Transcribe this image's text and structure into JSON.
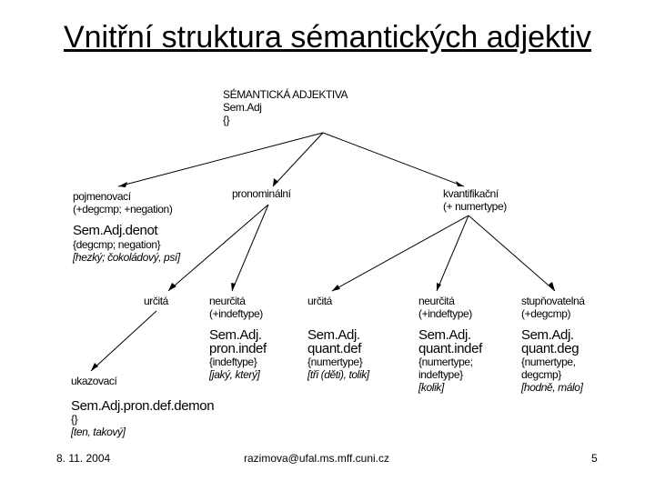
{
  "title": "Vnitřní struktura sémantických adjektiv",
  "nodes": {
    "root": {
      "title": "SÉMANTICKÁ ADJEKTIVA",
      "type": "Sem.Adj",
      "features": "{}"
    },
    "pojmenovaci": {
      "label": "pojmenovací",
      "features": "(+degcmp; +negation)",
      "type": "Sem.Adj.denot",
      "feat_set": "{degcmp; negation}",
      "examples": "[hezký; čokoládový, psí]"
    },
    "pronominalni": {
      "label": "pronominální"
    },
    "kvantifikacni": {
      "label": "kvantifikační",
      "features": "(+ numertype)"
    },
    "urcita1": {
      "label": "určitá"
    },
    "neurcita1": {
      "label": "neurčitá",
      "features": "(+indeftype)",
      "type_line1": "Sem.Adj.",
      "type_line2": "pron.indef",
      "feat_set": "{indeftype}",
      "examples": "[jaký, který]"
    },
    "urcita2": {
      "label": "určitá",
      "type_line1": "Sem.Adj.",
      "type_line2": "quant.def",
      "feat_set": "{numertype}",
      "examples": "[tři (děti), tolik]"
    },
    "neurcita2": {
      "label": "neurčitá",
      "features": "(+indeftype)",
      "type_line1": "Sem.Adj.",
      "type_line2": "quant.indef",
      "feat_set_line1": "{numertype;",
      "feat_set_line2": "indeftype}",
      "examples": "[kolik]"
    },
    "stupnovatelna": {
      "label": "stupňovatelná",
      "features": "(+degcmp)",
      "type_line1": "Sem.Adj.",
      "type_line2": "quant.deg",
      "feat_set_line1": "{numertype,",
      "feat_set_line2": "degcmp}",
      "examples": "[hodně, málo]"
    },
    "ukazovaci": {
      "label": "ukazovací",
      "type": "Sem.Adj.pron.def.demon",
      "features": "{}",
      "examples": "[ten, takový]"
    }
  },
  "footer": {
    "date": "8. 11. 2004",
    "email": "razimova@ufal.ms.mff.cuni.cz",
    "page": "5"
  }
}
